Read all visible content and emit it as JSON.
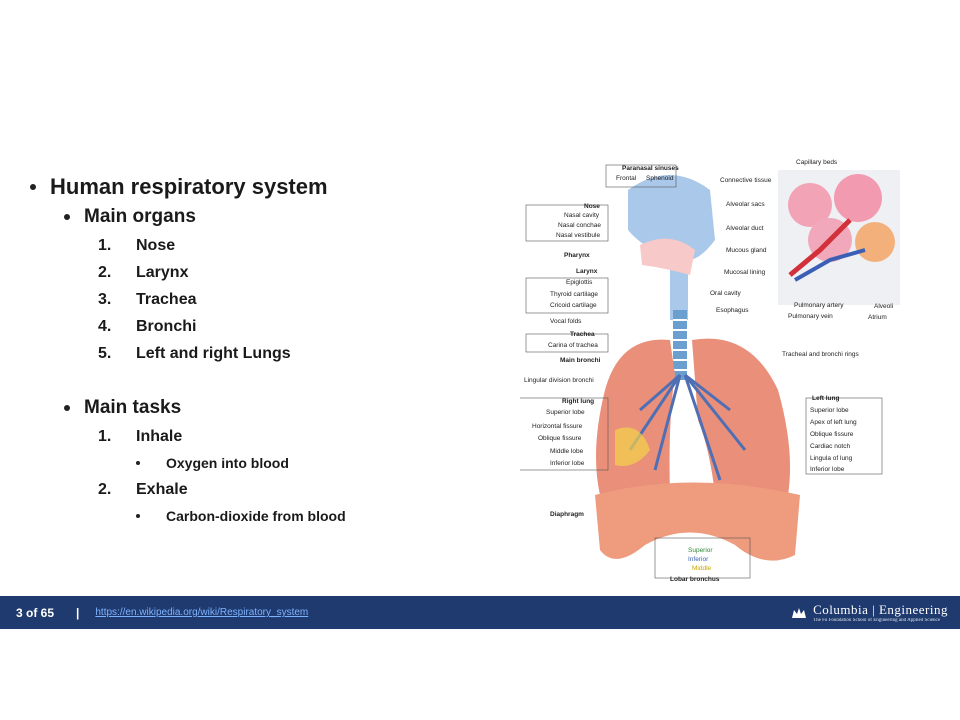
{
  "outline": {
    "title": "Human respiratory system",
    "organs_heading": "Main organs",
    "organs": [
      {
        "num": "1.",
        "label": "Nose"
      },
      {
        "num": "2.",
        "label": "Larynx"
      },
      {
        "num": "3.",
        "label": "Trachea"
      },
      {
        "num": "4.",
        "label": "Bronchi"
      },
      {
        "num": "5.",
        "label": "Left and right Lungs"
      }
    ],
    "tasks_heading": "Main tasks",
    "tasks": [
      {
        "num": "1.",
        "label": "Inhale",
        "detail": "Oxygen into blood"
      },
      {
        "num": "2.",
        "label": "Exhale",
        "detail": "Carbon-dioxide from blood"
      }
    ]
  },
  "diagram": {
    "labels": {
      "paranasal_sinuses": "Paranasal sinuses",
      "frontal": "Frontal",
      "sphenoid": "Sphenoid",
      "nose": "Nose",
      "nasal_cavity": "Nasal cavity",
      "nasal_conchae": "Nasal conchae",
      "nasal_vestibule": "Nasal vestibule",
      "pharynx": "Pharynx",
      "larynx": "Larynx",
      "epiglottis": "Epiglottis",
      "thyroid_cartilage": "Thyroid cartilage",
      "cricoid_cartilage": "Cricoid cartilage",
      "vocal_folds": "Vocal folds",
      "trachea": "Trachea",
      "carina": "Carina of trachea",
      "main_bronchi": "Main bronchi",
      "lingular_division": "Lingular division bronchi",
      "right_lung": "Right lung",
      "superior_lobe": "Superior lobe",
      "horizontal_fissure": "Horizontal fissure",
      "oblique_fissure": "Oblique fissure",
      "middle_lobe": "Middle lobe",
      "inferior_lobe": "Inferior lobe",
      "diaphragm": "Diaphragm",
      "oral_cavity": "Oral cavity",
      "esophagus": "Esophagus",
      "capillary_beds": "Capillary beds",
      "connective_tissue": "Connective tissue",
      "alveolar_sacs": "Alveolar sacs",
      "alveolar_duct": "Alveolar duct",
      "mucous_gland": "Mucous gland",
      "mucosal_lining": "Mucosal lining",
      "pulmonary_artery": "Pulmonary artery",
      "pulmonary_vein": "Pulmonary vein",
      "alveoli": "Alveoli",
      "atrium": "Atrium",
      "tracheal_rings": "Tracheal and bronchi rings",
      "left_lung": "Left lung",
      "l_superior_lobe": "Superior lobe",
      "apex": "Apex of left lung",
      "l_oblique_fissure": "Oblique fissure",
      "cardiac_notch": "Cardiac notch",
      "lingula": "Lingula of lung",
      "l_inferior_lobe": "Inferior lobe",
      "lobar_superior": "Superior",
      "lobar_inferior": "Inferior",
      "lobar_middle": "Middle",
      "lobar_bronchus": "Lobar bronchus"
    }
  },
  "footer": {
    "page": "3 of 65",
    "separator": "|",
    "link": "https://en.wikipedia.org/wiki/Respiratory_system",
    "brand": "Columbia | Engineering",
    "brand_sub": "The Fu Foundation School of Engineering and Applied Science"
  },
  "colors": {
    "footer_bg": "#1f3a6e",
    "lung": "#e98f7a",
    "diaphragm": "#ee9b7e",
    "bronchi_blue": "#4f6fb5",
    "airway_blue": "#a9c8ea"
  }
}
